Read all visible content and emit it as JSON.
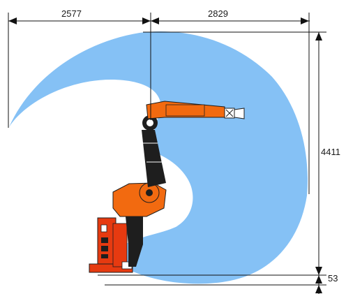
{
  "dimensions": {
    "reach_left": "2577",
    "reach_right": "2829",
    "height_total": "4411",
    "base_offset": "53"
  },
  "colors": {
    "work_envelope": "#85c1f5",
    "robot_orange": "#f26a10",
    "robot_dark": "#1e1e1e",
    "robot_red": "#e63a10",
    "dimension_line": "#111111"
  }
}
